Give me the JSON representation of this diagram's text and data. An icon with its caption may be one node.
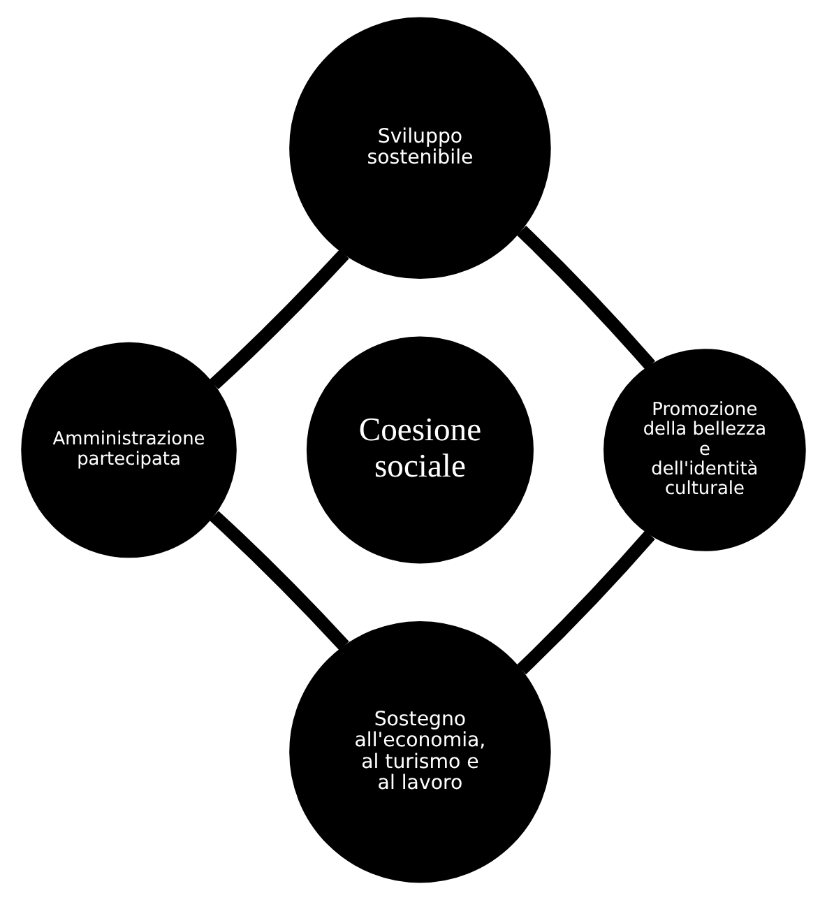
{
  "diagram": {
    "nodes": [
      {
        "text": [
          "Coesione sociale"
        ]
      },
      {
        "text": [
          "Sviluppo sostenibile"
        ]
      },
      {
        "text": [
          "Promozione della bellezza e dell'identità culturale"
        ]
      },
      {
        "text": [
          "Sostegno all'economia, al turismo e al lavoro"
        ]
      },
      {
        "text": [
          "Amministrazione partecipata"
        ]
      }
    ],
    "edges": [
      {
        "from": 1,
        "to": 2,
        "arrow": "none"
      },
      {
        "from": 2,
        "to": 3,
        "arrow": "none"
      },
      {
        "from": 3,
        "to": 4,
        "arrow": "none"
      },
      {
        "from": 4,
        "to": 1,
        "arrow": "none"
      }
    ]
  }
}
